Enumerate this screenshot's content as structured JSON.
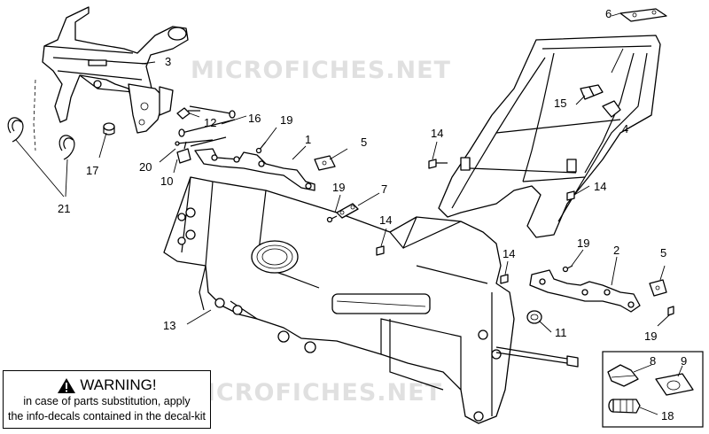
{
  "watermark": "MICROFICHES.NET",
  "callouts": {
    "c1": "1",
    "c2": "2",
    "c3": "3",
    "c4": "4",
    "c5a": "5",
    "c5b": "5",
    "c6": "6",
    "c7": "7",
    "c8": "8",
    "c9": "9",
    "c10": "10",
    "c11": "11",
    "c12": "12",
    "c13": "13",
    "c14a": "14",
    "c14b": "14",
    "c14c": "14",
    "c14d": "14",
    "c15": "15",
    "c16": "16",
    "c17": "17",
    "c18": "18",
    "c19a": "19",
    "c19b": "19",
    "c19c": "19",
    "c19d": "19",
    "c20": "20",
    "c21": "21"
  },
  "warning": {
    "title": "WARNING!",
    "line1": "in case of parts substitution, apply",
    "line2": "the info-decals contained in the decal-kit"
  }
}
